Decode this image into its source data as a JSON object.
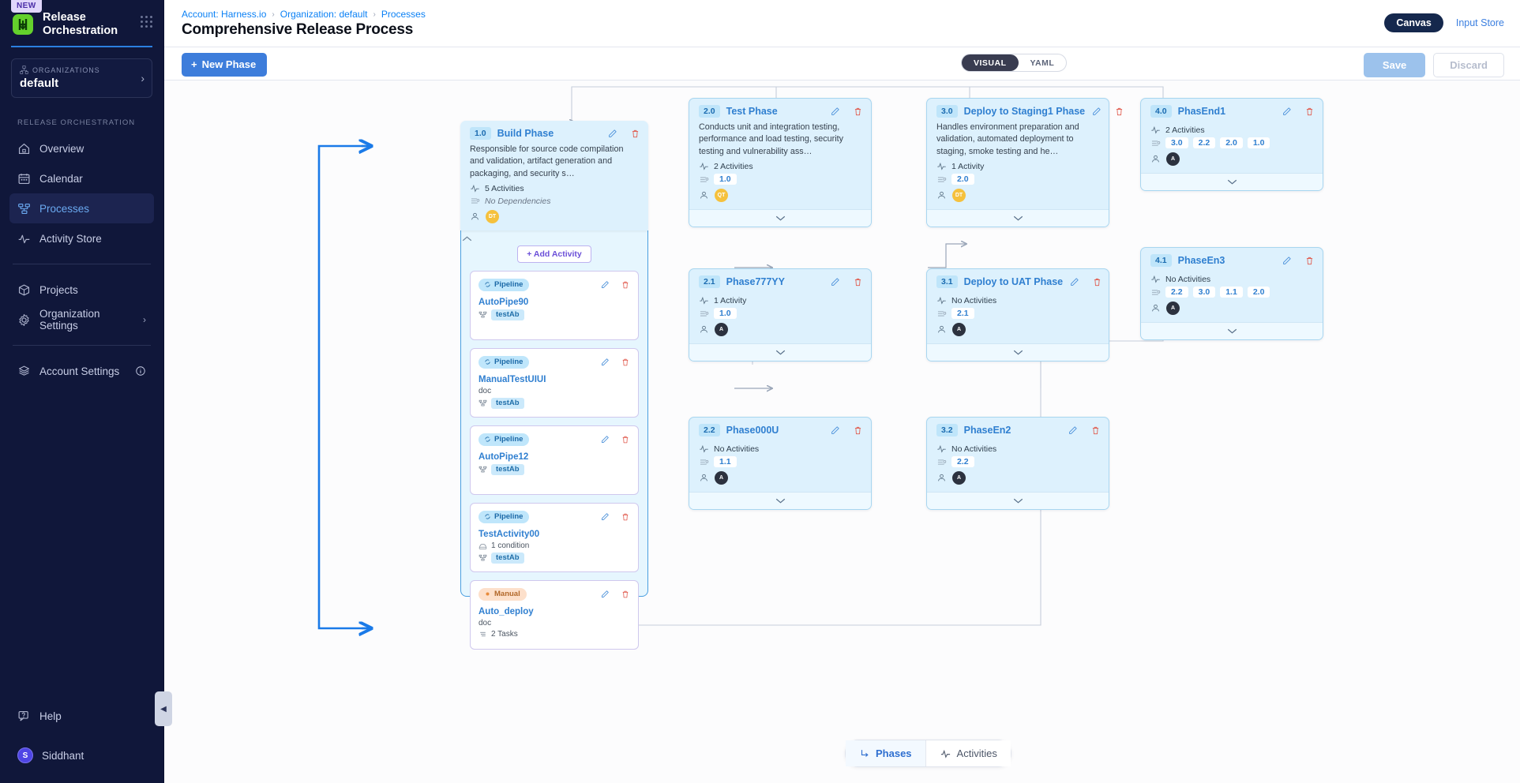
{
  "sidebar": {
    "new_badge": "NEW",
    "brand_line1": "Release",
    "brand_line2": "Orchestration",
    "org_label": "ORGANIZATIONS",
    "org_value": "default",
    "section_title": "RELEASE ORCHESTRATION",
    "items": [
      {
        "label": "Overview",
        "icon": "home-icon"
      },
      {
        "label": "Calendar",
        "icon": "calendar-icon"
      },
      {
        "label": "Processes",
        "icon": "processes-icon",
        "active": true
      },
      {
        "label": "Activity Store",
        "icon": "activity-icon"
      },
      {
        "label": "Projects",
        "icon": "projects-icon"
      },
      {
        "label": "Organization Settings",
        "icon": "gear-icon"
      },
      {
        "label": "Account Settings",
        "icon": "account-settings-icon"
      }
    ],
    "help_label": "Help",
    "user_name": "Siddhant",
    "user_initial": "S"
  },
  "header": {
    "breadcrumbs": [
      "Account: Harness.io",
      "Organization: default",
      "Processes"
    ],
    "title": "Comprehensive Release Process",
    "canvas_label": "Canvas",
    "input_store_label": "Input Store"
  },
  "subbar": {
    "new_phase_label": "New Phase",
    "view_visual": "VISUAL",
    "view_yaml": "YAML",
    "save_label": "Save",
    "discard_label": "Discard"
  },
  "build_group": {
    "add_activity_label": "Add Activity",
    "activities": [
      {
        "tag": "Pipeline",
        "tag_type": "pipeline",
        "name": "AutoPipe90",
        "sub": "",
        "chip": "testAb"
      },
      {
        "tag": "Pipeline",
        "tag_type": "pipeline",
        "name": "ManualTestUIUI",
        "sub": "doc",
        "chip": "testAb"
      },
      {
        "tag": "Pipeline",
        "tag_type": "pipeline",
        "name": "AutoPipe12",
        "sub": "",
        "chip": "testAb"
      },
      {
        "tag": "Pipeline",
        "tag_type": "pipeline",
        "name": "TestActivity00",
        "sub": "1 condition",
        "sub_icon": "condition-icon",
        "chip": "testAb"
      },
      {
        "tag": "Manual",
        "tag_type": "manual",
        "name": "Auto_deploy",
        "sub": "doc",
        "tasks": "2 Tasks"
      }
    ]
  },
  "nodes": {
    "build": {
      "idx": "1.0",
      "title": "Build Phase",
      "desc": "Responsible for source code compilation and validation, artifact generation and packaging, and security s…",
      "activities": "5 Activities",
      "deps_text": "No Dependencies",
      "deps": [],
      "owner": "DT",
      "owner_type": "dt"
    },
    "test": {
      "idx": "2.0",
      "title": "Test Phase",
      "desc": "Conducts unit and integration testing, performance and load testing, security testing and vulnerability ass…",
      "activities": "2 Activities",
      "deps": [
        "1.0"
      ],
      "owner": "QT",
      "owner_type": "dt"
    },
    "staging": {
      "idx": "3.0",
      "title": "Deploy to Staging1 Phase",
      "desc": "Handles environment preparation and validation, automated deployment to staging, smoke testing and he…",
      "activities": "1 Activity",
      "deps": [
        "2.0"
      ],
      "owner": "DT",
      "owner_type": "dt"
    },
    "phasend1": {
      "idx": "4.0",
      "title": "PhasEnd1",
      "desc": "",
      "activities": "2 Activities",
      "deps": [
        "3.0",
        "2.2",
        "2.0",
        "1.0"
      ],
      "owner": "A",
      "owner_type": "a"
    },
    "phase777": {
      "idx": "2.1",
      "title": "Phase777YY",
      "desc": "",
      "activities": "1 Activity",
      "deps": [
        "1.0"
      ],
      "owner": "A",
      "owner_type": "a"
    },
    "uat": {
      "idx": "3.1",
      "title": "Deploy to UAT Phase",
      "desc": "",
      "activities": "No Activities",
      "deps": [
        "2.1"
      ],
      "owner": "A",
      "owner_type": "a"
    },
    "phasen3": {
      "idx": "4.1",
      "title": "PhaseEn3",
      "desc": "",
      "activities": "No Activities",
      "deps": [
        "2.2",
        "3.0",
        "1.1",
        "2.0"
      ],
      "owner": "A",
      "owner_type": "a"
    },
    "phase000": {
      "idx": "2.2",
      "title": "Phase000U",
      "desc": "",
      "activities": "No Activities",
      "deps": [
        "1.1"
      ],
      "owner": "A",
      "owner_type": "a"
    },
    "phasen2": {
      "idx": "3.2",
      "title": "PhaseEn2",
      "desc": "",
      "activities": "No Activities",
      "deps": [
        "2.2"
      ],
      "owner": "A",
      "owner_type": "a"
    }
  },
  "legend": {
    "phases_label": "Phases",
    "activities_label": "Activities"
  },
  "colors": {
    "accent_blue": "#3d7ddb",
    "link_blue": "#2f7fd0",
    "sidebar_bg": "#10173a",
    "node_bg": "#ddf1fd",
    "edge": "#1a7ae8",
    "avatar_dt": "#f5c13d",
    "avatar_a": "#2c323f"
  }
}
